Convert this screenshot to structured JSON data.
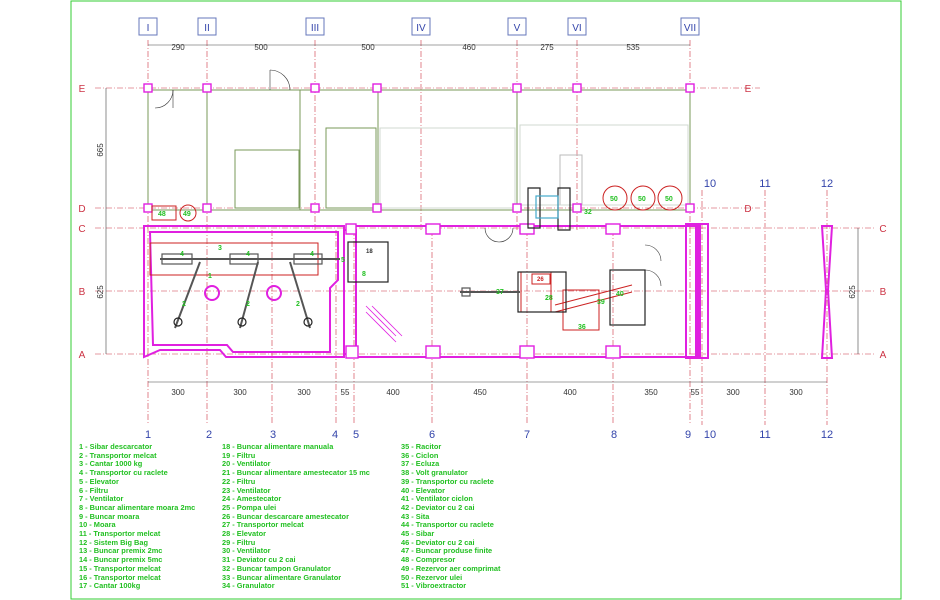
{
  "colors": {
    "wall": "#e020e0",
    "grid": "#cc3344",
    "dim": "#333333",
    "equipment": "#22c022",
    "frame": "#33cc33",
    "axis_label": "#3344aa"
  },
  "axes": {
    "roman": [
      "I",
      "II",
      "III",
      "IV",
      "V",
      "VI",
      "VII"
    ],
    "roman_spans": [
      "290",
      "500",
      "500",
      "460",
      "275",
      "535"
    ],
    "numbers": [
      "1",
      "2",
      "3",
      "4",
      "5",
      "6",
      "7",
      "8",
      "9",
      "10",
      "11",
      "12"
    ],
    "bottom_spans": [
      "300",
      "300",
      "300",
      "55",
      "400",
      "450",
      "400",
      "350",
      "55",
      "300",
      "300"
    ],
    "letters_right": [
      "E",
      "D",
      "C",
      "B",
      "A"
    ],
    "letters_left": [
      "E",
      "D",
      "C",
      "B",
      "A"
    ],
    "left_spans": [
      "665",
      "625"
    ],
    "right_spans": [
      "625"
    ]
  },
  "tags": {
    "eq3": "3",
    "eq4a": "4",
    "eq4b": "4",
    "eq4c": "4",
    "eq5": "5",
    "eq2a": "2",
    "eq2b": "2",
    "eq2c": "2",
    "eq1": "1",
    "eq18": "18",
    "eq8": "8",
    "eq37": "37",
    "eq28": "28",
    "eq26": "26",
    "eq39": "39",
    "eq36": "36",
    "eq40": "40",
    "eq48": "48",
    "eq49": "49",
    "eq50a": "50",
    "eq50b": "50",
    "eq50c": "50",
    "eq32": "32"
  },
  "legend": {
    "col1": [
      "1 - Sibar descarcator",
      "2 - Transportor melcat",
      "3 - Cantar 1000 kg",
      "4 - Transportor cu raclete",
      "5 - Elevator",
      "6 - Filtru",
      "7 - Ventilator",
      "8 - Buncar alimentare moara 2mc",
      "9 - Buncar moara",
      "10 - Moara",
      "11 - Transportor melcat",
      "12 - Sistem Big Bag",
      "13 - Buncar premix 2mc",
      "14 - Buncar premix 5mc",
      "15 - Transportor melcat",
      "16 - Transportor melcat",
      "17 - Cantar 100kg"
    ],
    "col2": [
      "18 - Buncar alimentare manuala",
      "19 - Filtru",
      "20 - Ventilator",
      "21 - Buncar alimentare amestecator 15 mc",
      "22 - Filtru",
      "23 - Ventilator",
      "24 - Amestecator",
      "25 - Pompa ulei",
      "26 - Buncar descarcare amestecator",
      "27 - Transportor melcat",
      "28 - Elevator",
      "29 - Filtru",
      "30 - Ventilator",
      "31 - Deviator cu 2 cai",
      "32 - Buncar tampon Granulator",
      "33 - Buncar alimentare Granulator",
      "34 - Granulator"
    ],
    "col3": [
      "35 - Racitor",
      "36 - Ciclon",
      "37 - Ecluza",
      "38 - Volt granulator",
      "39 - Transportor cu raclete",
      "40 - Elevator",
      "41 - Ventilator ciclon",
      "42 - Deviator cu 2 cai",
      "43 - Sita",
      "44 - Transportor cu raclete",
      "45 - Sibar",
      "46 - Deviator cu 2 cai",
      "47 - Buncar produse finite",
      "48 - Compresor",
      "49 - Rezervor aer comprimat",
      "50 - Rezervor ulei",
      "51 - Vibroextractor"
    ]
  }
}
